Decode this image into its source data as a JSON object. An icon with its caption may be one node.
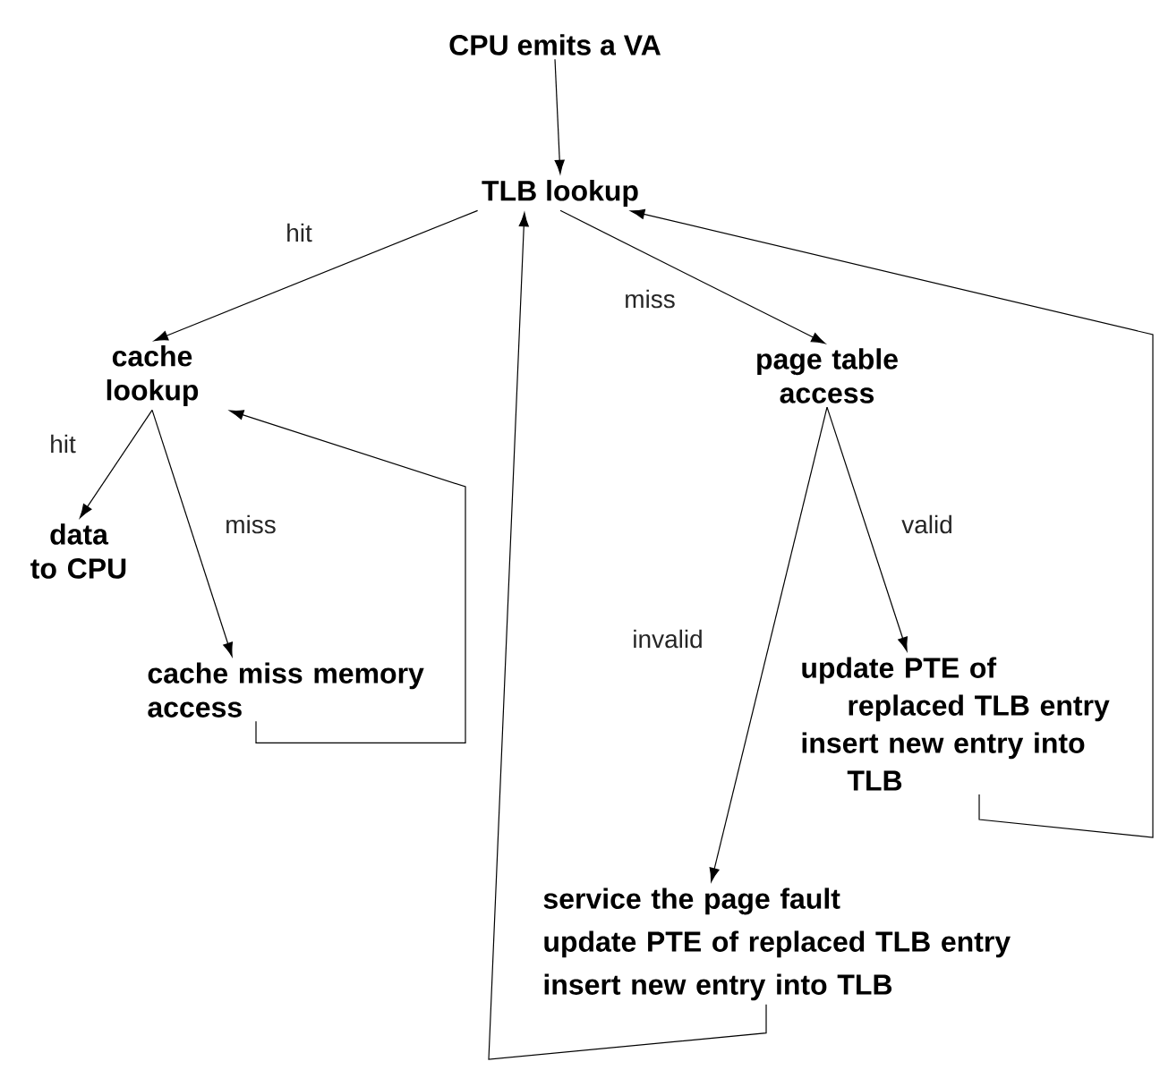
{
  "diagram": {
    "nodes": [
      {
        "text": [
          "CPU emits a VA"
        ]
      },
      {
        "text": [
          "TLB lookup"
        ]
      },
      {
        "text": [
          "cache lookup"
        ]
      },
      {
        "text": [
          "page table access"
        ]
      },
      {
        "text": [
          "data to CPU"
        ]
      },
      {
        "text": [
          "cache miss memory access"
        ]
      },
      {
        "text": [
          "update PTE of replaced TLB entry",
          "insert new entry into TLB"
        ]
      },
      {
        "text": [
          "service the page fault",
          "update PTE of replaced TLB entry",
          "insert new entry into TLB"
        ]
      }
    ],
    "edges": [
      {
        "from": 0,
        "to": 1,
        "arrow": "to"
      },
      {
        "from": 1,
        "to": 2,
        "arrow": "to",
        "label": "hit"
      },
      {
        "from": 1,
        "to": 3,
        "arrow": "to",
        "label": "miss"
      },
      {
        "from": 2,
        "to": 4,
        "arrow": "to",
        "label": "hit"
      },
      {
        "from": 2,
        "to": 5,
        "arrow": "to",
        "label": "miss"
      },
      {
        "from": 5,
        "to": 2,
        "arrow": "to"
      },
      {
        "from": 3,
        "to": 6,
        "arrow": "to",
        "label": "valid"
      },
      {
        "from": 3,
        "to": 7,
        "arrow": "to",
        "label": "invalid"
      },
      {
        "from": 7,
        "to": 1,
        "arrow": "to"
      },
      {
        "from": 6,
        "to": 1,
        "arrow": "to"
      }
    ]
  }
}
